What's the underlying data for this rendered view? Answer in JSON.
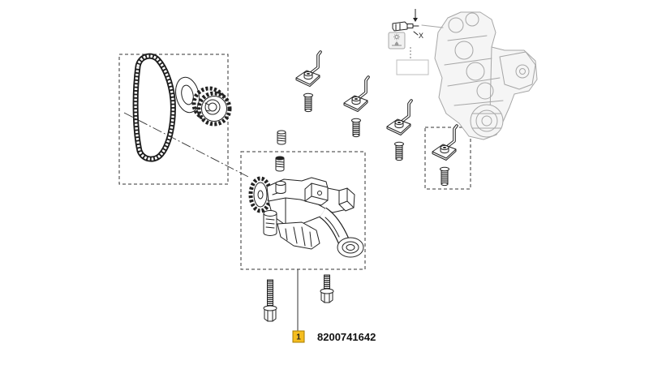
{
  "diagram": {
    "callout": {
      "number": "1",
      "part_number": "8200741642"
    },
    "dimension_label": "X"
  },
  "colors": {
    "background": "#ffffff",
    "line": "#222222",
    "faded_line": "#a6a6a6",
    "callout_fill": "#f5bd1f"
  },
  "icons": {
    "symbol_box": [
      "spark-icon",
      "oil-drop-icon"
    ],
    "direction": "arrow-down-icon"
  }
}
